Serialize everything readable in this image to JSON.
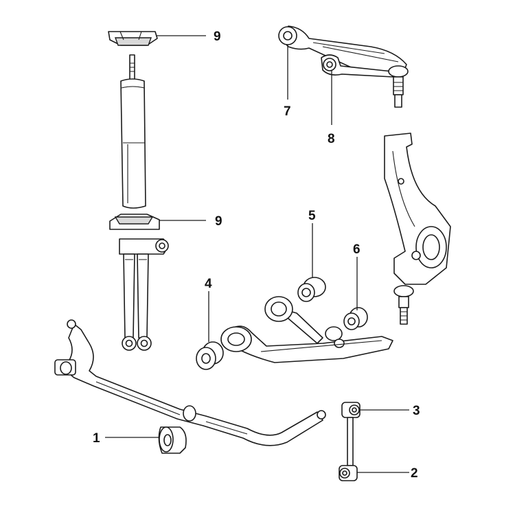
{
  "callouts": {
    "c1": "1",
    "c2": "2",
    "c3": "3",
    "c4": "4",
    "c5": "5",
    "c6": "6",
    "c7": "7",
    "c8": "8",
    "c9_top": "9",
    "c9_bottom": "9"
  },
  "colors": {
    "line": "#1a1a1a",
    "background": "#ffffff",
    "shade": "#d9d9d9"
  }
}
